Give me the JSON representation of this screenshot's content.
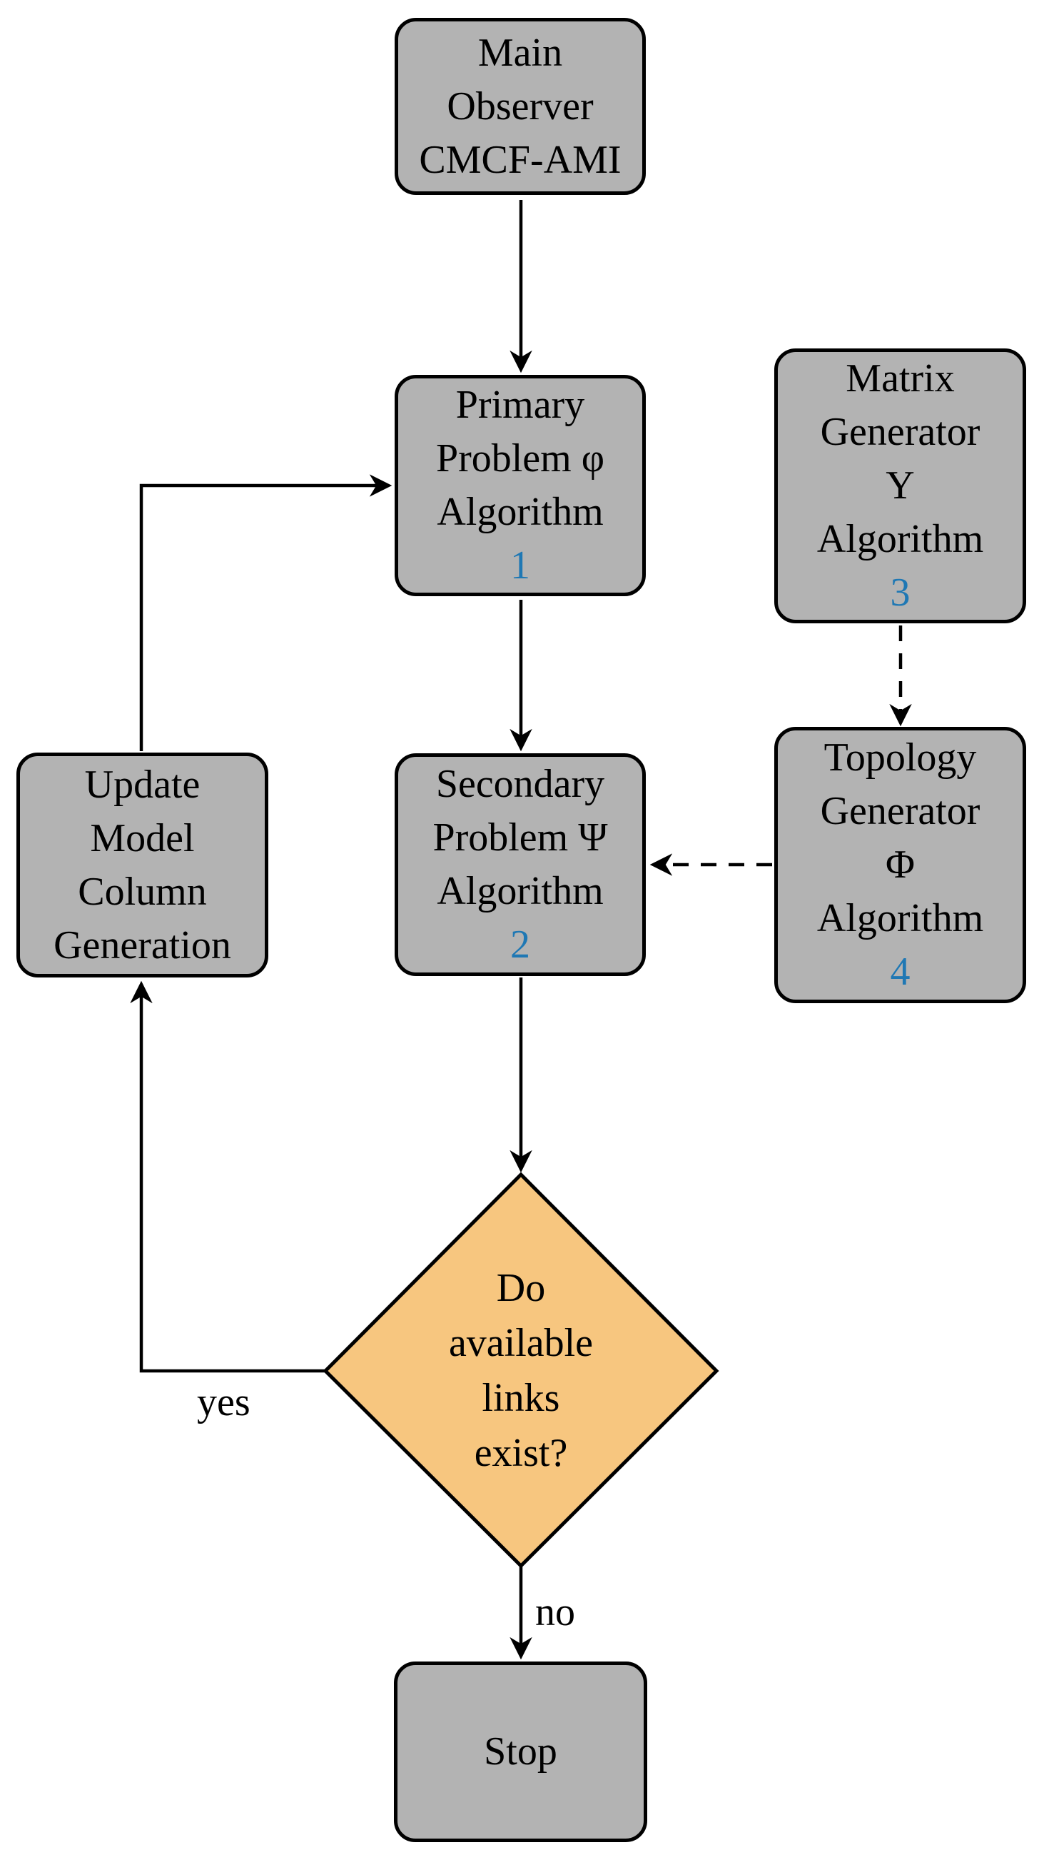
{
  "colors": {
    "node_fill": "#B3B3B3",
    "node_border": "#000000",
    "decision_fill": "#F7C67F",
    "number_accent": "#1F78B4",
    "connector": "#000000",
    "background": "#FFFFFF"
  },
  "nodes": {
    "main_observer": {
      "lines": [
        "Main",
        "Observer",
        "CMCF-AMI"
      ]
    },
    "primary_problem": {
      "lines": [
        "Primary",
        "Problem φ",
        "Algorithm"
      ],
      "number": "1"
    },
    "matrix_generator": {
      "lines": [
        "Matrix",
        "Generator",
        "Υ",
        "Algorithm"
      ],
      "number": "3"
    },
    "topology_generator": {
      "lines": [
        "Topology",
        "Generator",
        "Φ",
        "Algorithm"
      ],
      "number": "4"
    },
    "secondary_problem": {
      "lines": [
        "Secondary",
        "Problem Ψ",
        "Algorithm"
      ],
      "number": "2"
    },
    "update_model": {
      "lines": [
        "Update",
        "Model",
        "Column",
        "Generation"
      ]
    },
    "decision": {
      "lines": [
        "Do",
        "available",
        "links",
        "exist?"
      ]
    },
    "stop": {
      "lines": [
        "Stop"
      ]
    }
  },
  "edge_labels": {
    "yes": "yes",
    "no": "no"
  }
}
